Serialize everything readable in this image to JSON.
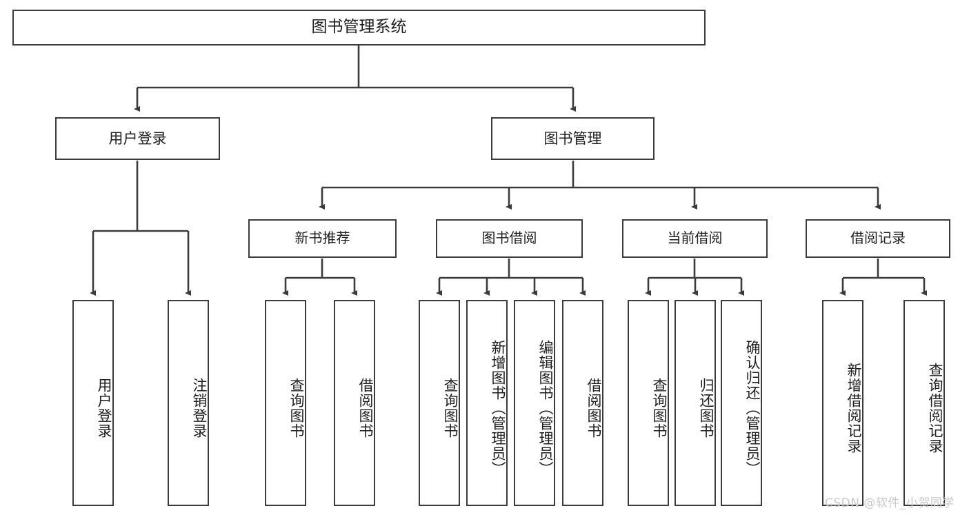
{
  "diagram": {
    "title": "图书管理系统",
    "type": "tree-hierarchy",
    "root": {
      "label": "图书管理系统"
    },
    "level2": [
      {
        "label": "用户登录"
      },
      {
        "label": "图书管理"
      }
    ],
    "level3": [
      {
        "label": "新书推荐"
      },
      {
        "label": "图书借阅"
      },
      {
        "label": "当前借阅"
      },
      {
        "label": "借阅记录"
      }
    ],
    "leaves": {
      "user_login": [
        {
          "label": "用户登录"
        },
        {
          "label": "注销登录"
        }
      ],
      "new_book_recommend": [
        {
          "label": "查询图书"
        },
        {
          "label": "借阅图书"
        }
      ],
      "book_borrow": [
        {
          "label": "查询图书"
        },
        {
          "label": "新增图书（管理员）"
        },
        {
          "label": "编辑图书（管理员）"
        },
        {
          "label": "借阅图书"
        }
      ],
      "current_borrow": [
        {
          "label": "查询图书"
        },
        {
          "label": "归还图书"
        },
        {
          "label": "确认归还（管理员）"
        }
      ],
      "borrow_record": [
        {
          "label": "新增借阅记录"
        },
        {
          "label": "查询借阅记录"
        }
      ]
    }
  },
  "watermark": {
    "text": "CSDN @软件_小贺同学"
  },
  "colors": {
    "stroke": "#3b3b3b",
    "fill": "#ffffff",
    "text": "#1d1d1d",
    "watermark": "#c9c9c9"
  }
}
